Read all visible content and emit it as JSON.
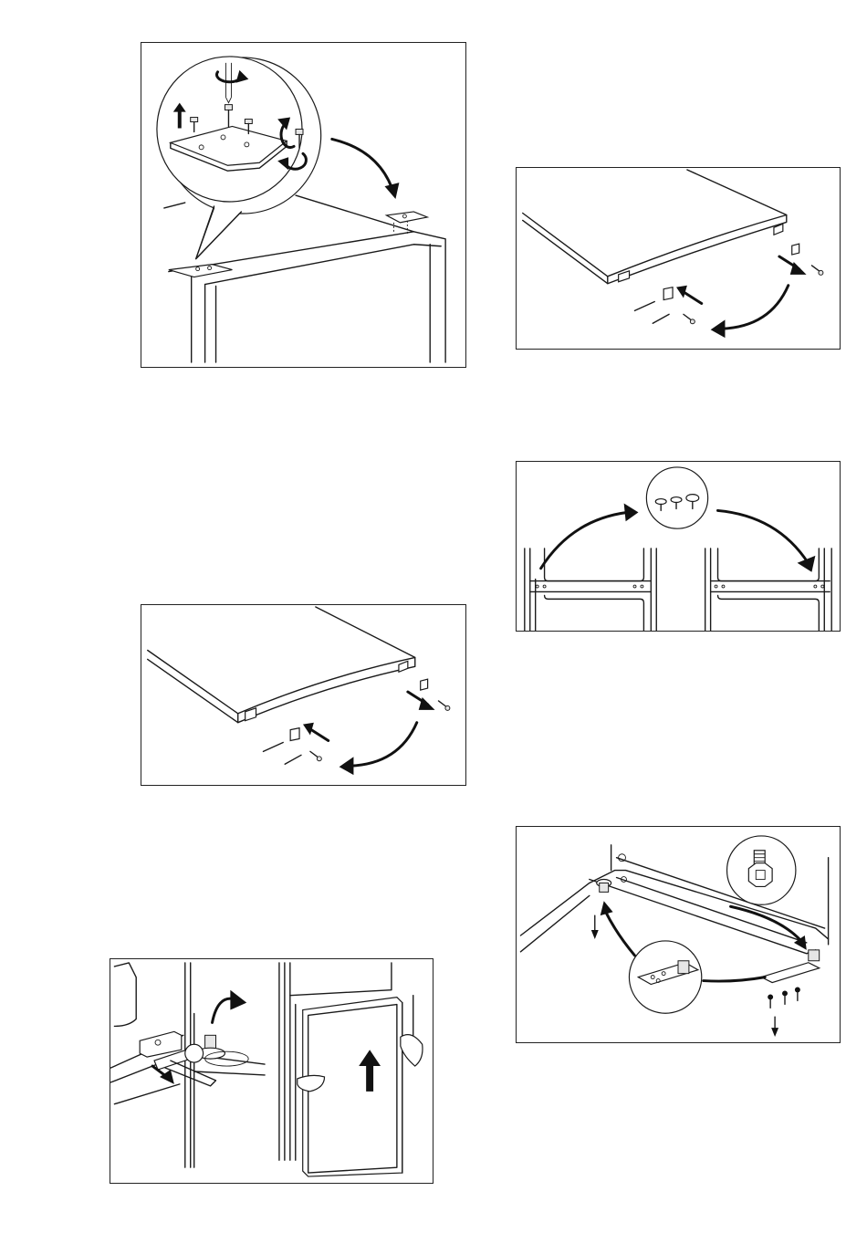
{
  "page": {
    "figures": [
      {
        "id": "fig-top-hinge",
        "icons": [
          "zoom-callout",
          "screw-icon",
          "hinge-plate-icon",
          "rotate-arrow-icon",
          "up-arrow-icon",
          "curved-arrow-icon"
        ]
      },
      {
        "id": "fig-door-top-right",
        "icons": [
          "door-panel",
          "hinge-cover-icon",
          "screw-icon",
          "push-arrow-icon",
          "curved-arrow-icon"
        ]
      },
      {
        "id": "fig-cover-caps",
        "icons": [
          "cabinet-side",
          "cap-set-icon",
          "curved-arrow-icon"
        ]
      },
      {
        "id": "fig-door-top-left",
        "icons": [
          "door-panel",
          "hinge-cover-icon",
          "screw-icon",
          "push-arrow-icon",
          "curved-arrow-icon"
        ]
      },
      {
        "id": "fig-bottom-hinge",
        "icons": [
          "cabinet-base",
          "adjustable-foot-icon",
          "hinge-plate-icon",
          "screw-icon",
          "down-arrow-icon"
        ]
      },
      {
        "id": "fig-door-removal",
        "icons": [
          "spanner-icon",
          "hinge-pin-icon",
          "rotate-arrow-icon",
          "door-panel",
          "hand-icon",
          "up-arrow-icon"
        ]
      }
    ]
  }
}
